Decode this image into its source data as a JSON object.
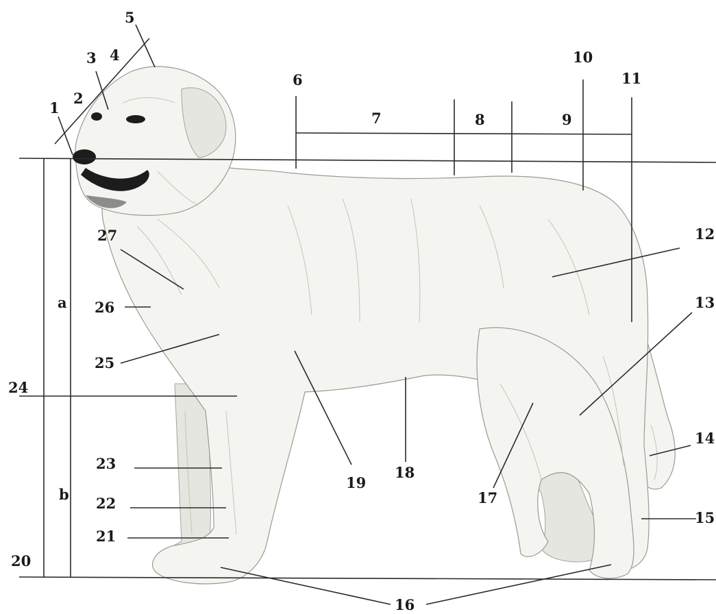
{
  "labels": [
    {
      "id": "1",
      "text": "1"
    },
    {
      "id": "2",
      "text": "2"
    },
    {
      "id": "3",
      "text": "3"
    },
    {
      "id": "4",
      "text": "4"
    },
    {
      "id": "5",
      "text": "5"
    },
    {
      "id": "6",
      "text": "6"
    },
    {
      "id": "7",
      "text": "7"
    },
    {
      "id": "8",
      "text": "8"
    },
    {
      "id": "9",
      "text": "9"
    },
    {
      "id": "10",
      "text": "10"
    },
    {
      "id": "11",
      "text": "11"
    },
    {
      "id": "12",
      "text": "12"
    },
    {
      "id": "13",
      "text": "13"
    },
    {
      "id": "14",
      "text": "14"
    },
    {
      "id": "15",
      "text": "15"
    },
    {
      "id": "16",
      "text": "16"
    },
    {
      "id": "17",
      "text": "17"
    },
    {
      "id": "18",
      "text": "18"
    },
    {
      "id": "19",
      "text": "19"
    },
    {
      "id": "20",
      "text": "20"
    },
    {
      "id": "21",
      "text": "21"
    },
    {
      "id": "22",
      "text": "22"
    },
    {
      "id": "23",
      "text": "23"
    },
    {
      "id": "24",
      "text": "24"
    },
    {
      "id": "25",
      "text": "25"
    },
    {
      "id": "26",
      "text": "26"
    },
    {
      "id": "27",
      "text": "27"
    },
    {
      "id": "a",
      "text": "a"
    },
    {
      "id": "b",
      "text": "b"
    }
  ],
  "illustration": {
    "subject": "dog-side-view",
    "style": "pencil-sketch",
    "fur_color": "#f4f4f1"
  }
}
